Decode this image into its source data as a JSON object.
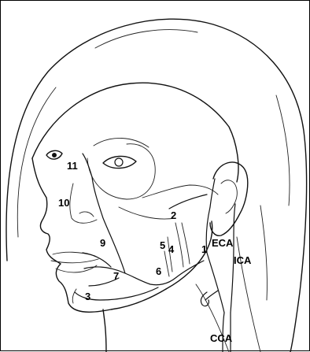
{
  "labels": {
    "n1": "1",
    "n2": "2",
    "n3": "3",
    "n4": "4",
    "n5": "5",
    "n6": "6",
    "n7": "7",
    "n9": "9",
    "n10": "10",
    "n11": "11",
    "eca": "ECA",
    "ica": "ICA",
    "cca": "CCA"
  }
}
